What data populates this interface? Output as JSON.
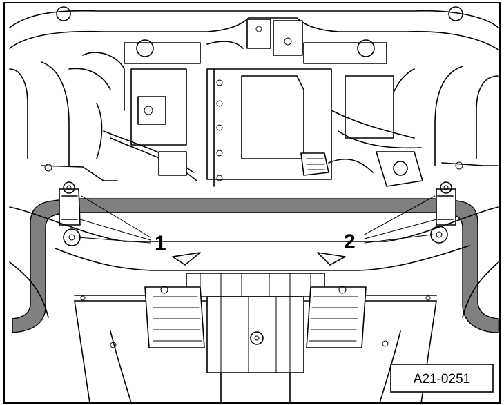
{
  "figure": {
    "callouts": [
      {
        "id": "callout-1",
        "label": "1"
      },
      {
        "id": "callout-2",
        "label": "2"
      }
    ],
    "figure_id": "A21-0251",
    "colors": {
      "line": "#000000",
      "background": "#ffffff",
      "stabilizer_bar": "#808080"
    }
  }
}
